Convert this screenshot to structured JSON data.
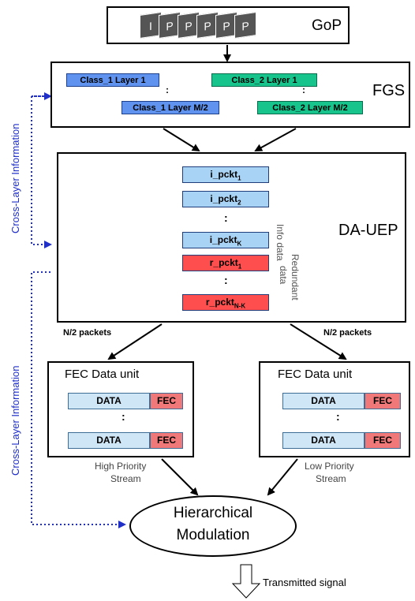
{
  "gop": {
    "label": "GoP",
    "frames": [
      "I",
      "P",
      "P",
      "P",
      "P",
      "P"
    ]
  },
  "fgs": {
    "label": "FGS",
    "class1_first": "Class_1 Layer 1",
    "class1_last": "Class_1 Layer M/2",
    "class2_first": "Class_2 Layer 1",
    "class2_last": "Class_2 Layer M/2",
    "ellipsis": ":"
  },
  "uep": {
    "label": "DA-UEP",
    "info_packets": [
      "i_pckt",
      "i_pckt",
      "i_pckt"
    ],
    "info_subs": [
      "1",
      "2",
      "K"
    ],
    "redundant_packets": [
      "r_pckt",
      "r_pckt"
    ],
    "redundant_subs": [
      "1",
      "N-K"
    ],
    "info_label": "Info data",
    "redundant_label_1": "Redundant",
    "redundant_label_2": "data",
    "ellipsis": ":"
  },
  "split": {
    "left": "N/2 packets",
    "right": "N/2 packets"
  },
  "fec_left": {
    "title": "FEC Data unit",
    "data": "DATA",
    "fec": "FEC",
    "ellipsis": ":"
  },
  "fec_right": {
    "title": "FEC Data unit",
    "data": "DATA",
    "fec": "FEC",
    "ellipsis": ":"
  },
  "streams": {
    "high_1": "High Priority",
    "high_2": "Stream",
    "low_1": "Low Priority",
    "low_2": "Stream"
  },
  "modulation": {
    "line1": "Hierarchical",
    "line2": "Modulation"
  },
  "output": {
    "label": "Transmitted signal"
  },
  "cross_layer": {
    "upper": "Cross-Layer Information",
    "lower": "Cross-Layer Information"
  },
  "colors": {
    "info_packet": "#a9d3f5",
    "redundant_packet": "#ff4e4e",
    "class1": "#5f93ef",
    "class2": "#16c48c",
    "data_cell": "#cfe6f7",
    "fec_cell": "#f07878",
    "cross_layer": "#1f2fc8"
  }
}
